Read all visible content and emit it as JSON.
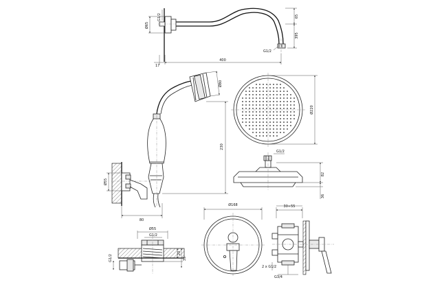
{
  "arm_view": {
    "thread_top": "G1/2",
    "wall_dia": "Ø65",
    "height_top": "65",
    "drop": "395",
    "outlet_thread": "G1/2",
    "flange": "17",
    "length": "400"
  },
  "hand_shower_view": {
    "head_dia": "Ø80",
    "length": "230",
    "bracket_dia": "Ø55",
    "projection": "80"
  },
  "rain_head_view": {
    "diameter": "Ø220",
    "thread": "G1/2",
    "height": "82",
    "plate": "36"
  },
  "connector_view": {
    "flange_dia": "Ø55",
    "thread": "G1/2",
    "side_thread": "G1/2",
    "depth_a": "20",
    "depth_b": "35"
  },
  "valve_front_view": {
    "plate_dia": "Ø168"
  },
  "valve_section_view": {
    "depth_range": "30÷55",
    "outlets": "2 x G1/2",
    "inlet": "G3/4"
  }
}
